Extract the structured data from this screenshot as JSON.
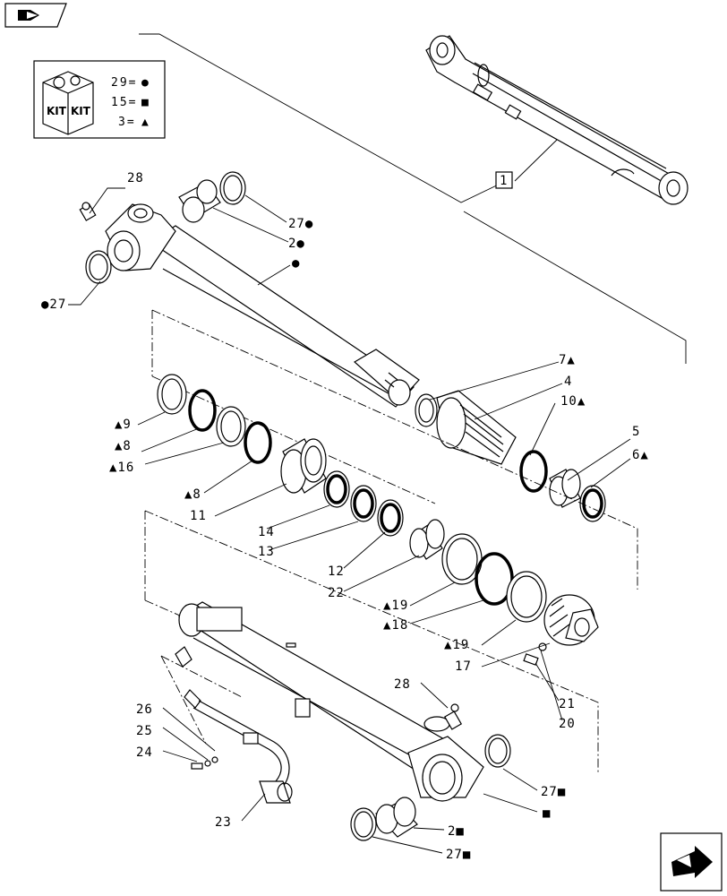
{
  "legend": {
    "kit_icon_text_left": "KIT",
    "kit_icon_text_right": "KIT",
    "entries": [
      {
        "text": "29=",
        "symbol": "●"
      },
      {
        "text": "15=",
        "symbol": "■"
      },
      {
        "text": "3=",
        "symbol": "▲"
      }
    ]
  },
  "reference_box": "1",
  "callouts": {
    "c28_top": "28",
    "c27_right_top": "27●",
    "c2_top": "2●",
    "c_dot_rod": "●",
    "c27_left": "●27",
    "c7": "7▲",
    "c4": "4",
    "c10": "10▲",
    "c5": "5",
    "c6": "6▲",
    "c9": "▲9",
    "c8a": "▲8",
    "c16": "▲16",
    "c8b": "▲8",
    "c11": "11",
    "c14": "14",
    "c13": "13",
    "c12": "12",
    "c22": "22",
    "c19a": "▲19",
    "c18": "▲18",
    "c19b": "▲19",
    "c17": "17",
    "c21": "21",
    "c20": "20",
    "c28_bottom": "28",
    "c26": "26",
    "c25": "25",
    "c24": "24",
    "c23": "23",
    "c27_bottom_right": "27■",
    "c_sq_barrel": "■",
    "c2_bottom": "2■",
    "c27_bottom": "27■"
  },
  "icons": {
    "top_left_nav": "previous-page-arrow-icon",
    "bottom_right_nav": "next-page-arrow-icon",
    "kit": "kit-box-icon"
  }
}
